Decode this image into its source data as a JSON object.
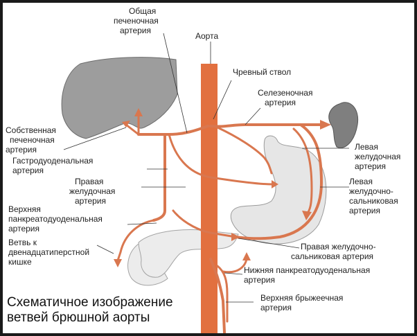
{
  "colors": {
    "artery": "#d9774f",
    "aorta": "#e2703f",
    "liver": "#9d9d9d",
    "spleen": "#7f7f7f",
    "stomach": "#e6e6e6",
    "pancreas": "#ececec",
    "frame": "#1a1a1a",
    "background": "#ffffff"
  },
  "labels": {
    "common_hepatic": [
      "Общая",
      "печеночная",
      "артерия"
    ],
    "aorta": "Аорта",
    "celiac_trunk": "Чревный ствол",
    "splenic": [
      "Селезеночная",
      "артерия"
    ],
    "proper_hepatic": [
      "Собственная",
      "печеночная",
      "артерия"
    ],
    "gastroduodenal": [
      "Гастродуоденальная",
      "артерия"
    ],
    "left_gastric": [
      "Левая",
      "желудочная",
      "артерия"
    ],
    "right_gastric": [
      "Правая",
      "желудочная",
      "артерия"
    ],
    "left_gastroepiploic": [
      "Левая",
      "желудочно-",
      "сальниковая",
      "артерия"
    ],
    "superior_pancreaticoduodenal": [
      "Верхняя",
      "панкреатодуоденальная",
      "артерия"
    ],
    "duodenal_branch": [
      "Ветвь к",
      "двенадцатиперстной",
      "кишке"
    ],
    "right_gastroepiploic": [
      "Правая желудочно-",
      "сальниковая артерия"
    ],
    "inferior_pancreaticoduodenal": [
      "Нижняя панкреатодуоденальная",
      "артерия"
    ],
    "superior_mesenteric": [
      "Верхняя брыжеечная",
      "артерия"
    ]
  },
  "caption": [
    "Схематичное изображение",
    "ветвей брюшной аорты"
  ]
}
